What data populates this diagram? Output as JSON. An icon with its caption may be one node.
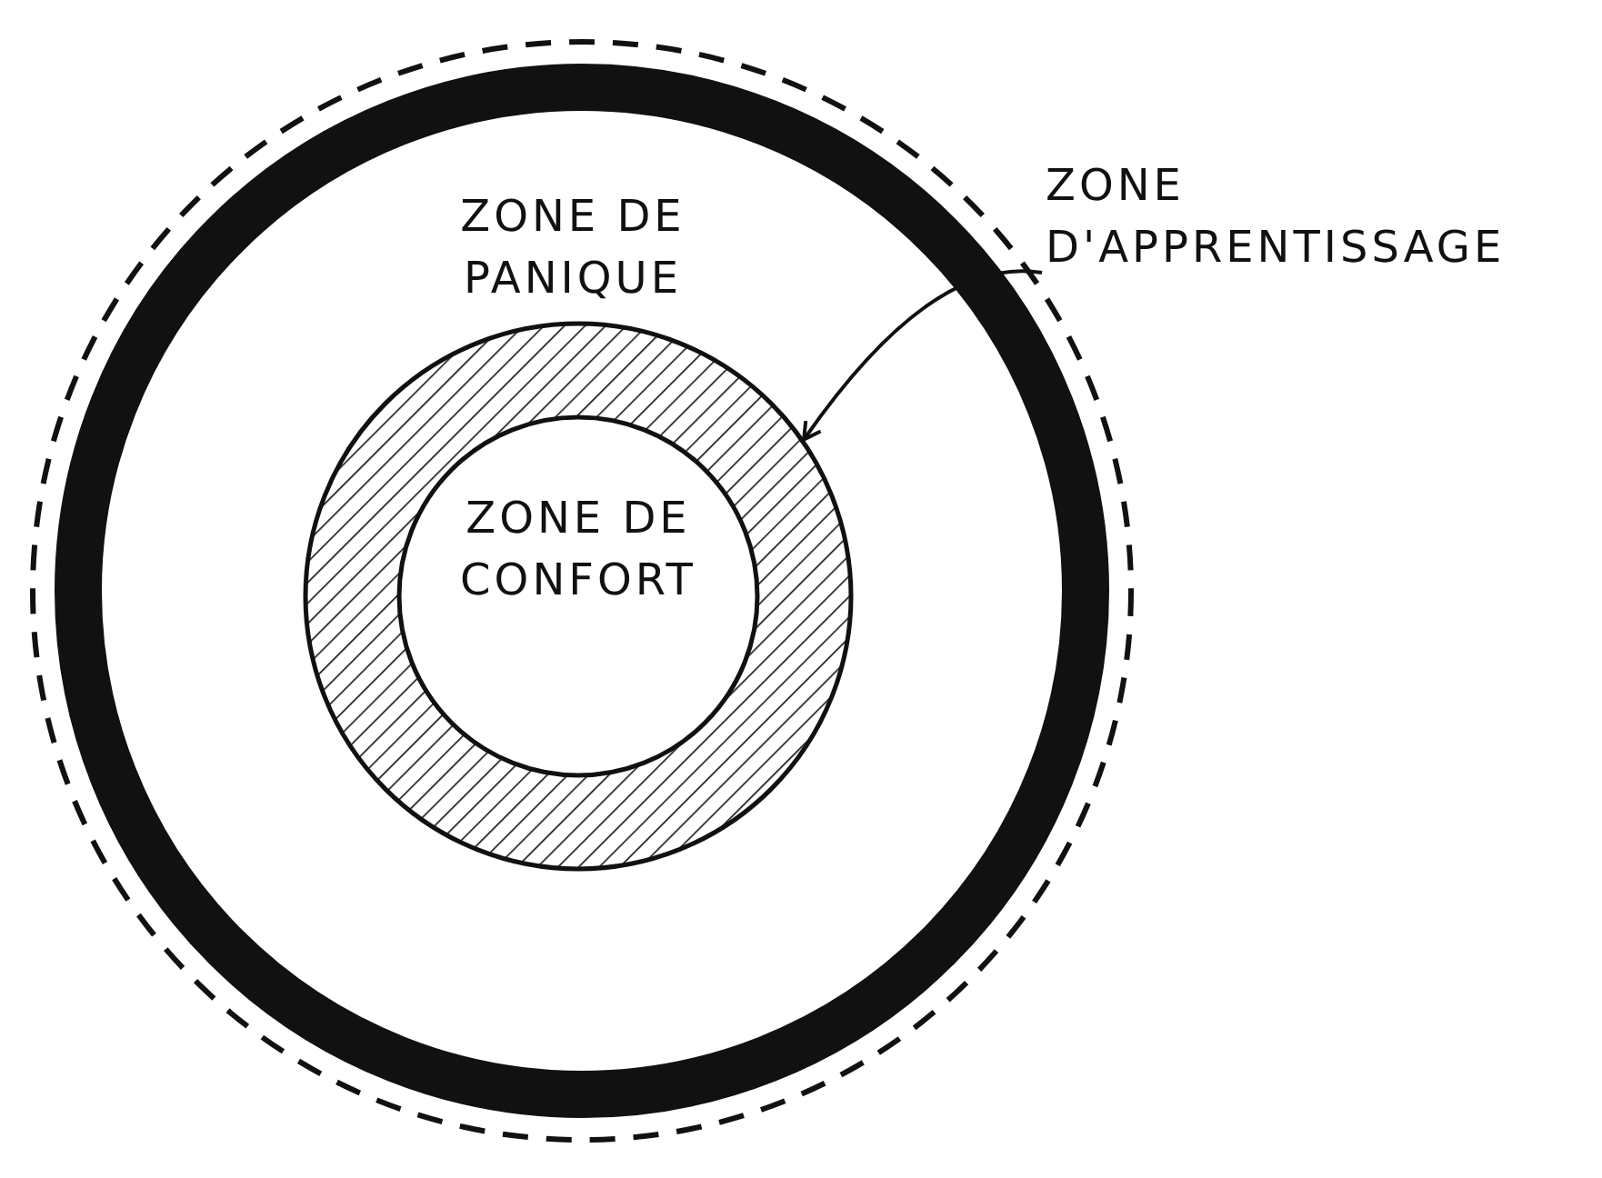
{
  "diagram": {
    "nodes": [
      {
        "text": [
          "ZONE DE PANIQUE"
        ]
      },
      {
        "text": [],
        "shape": "circle",
        "in": 0
      },
      {
        "text": [
          "ZONE DE CONFORT"
        ],
        "in": 1
      },
      {
        "text": [
          "ZONE D'APPRENTISSAGE"
        ]
      }
    ],
    "edges": [
      {
        "from": 3,
        "to": 1,
        "arrow": "to"
      }
    ]
  }
}
